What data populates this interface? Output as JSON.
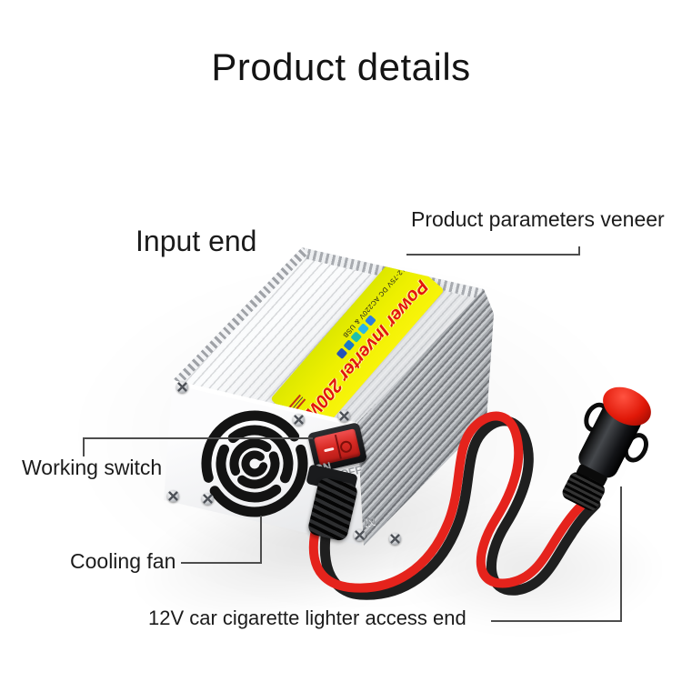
{
  "title": "Product details",
  "callouts": {
    "input_end": {
      "label": "Input end"
    },
    "params_veneer": {
      "label": "Product parameters veneer"
    },
    "working_switch": {
      "label": "Working switch"
    },
    "cooling_fan": {
      "label": "Cooling fan"
    },
    "access_end": {
      "label": "12V car cigarette lighter access end"
    }
  },
  "product": {
    "top_label": {
      "main_text": "Power Inverter 200W",
      "spec_text": "12-75V DC AC220V & USB"
    },
    "front": {
      "switch_on": "ON",
      "switch_off": "OFF",
      "input_port": "IN"
    }
  },
  "colors": {
    "label_yellow": "#eef000",
    "brand_red": "#e3150c",
    "cable_red": "#e5231c",
    "cable_black": "#1f1f1f",
    "leader_line": "#4d4d4d"
  }
}
